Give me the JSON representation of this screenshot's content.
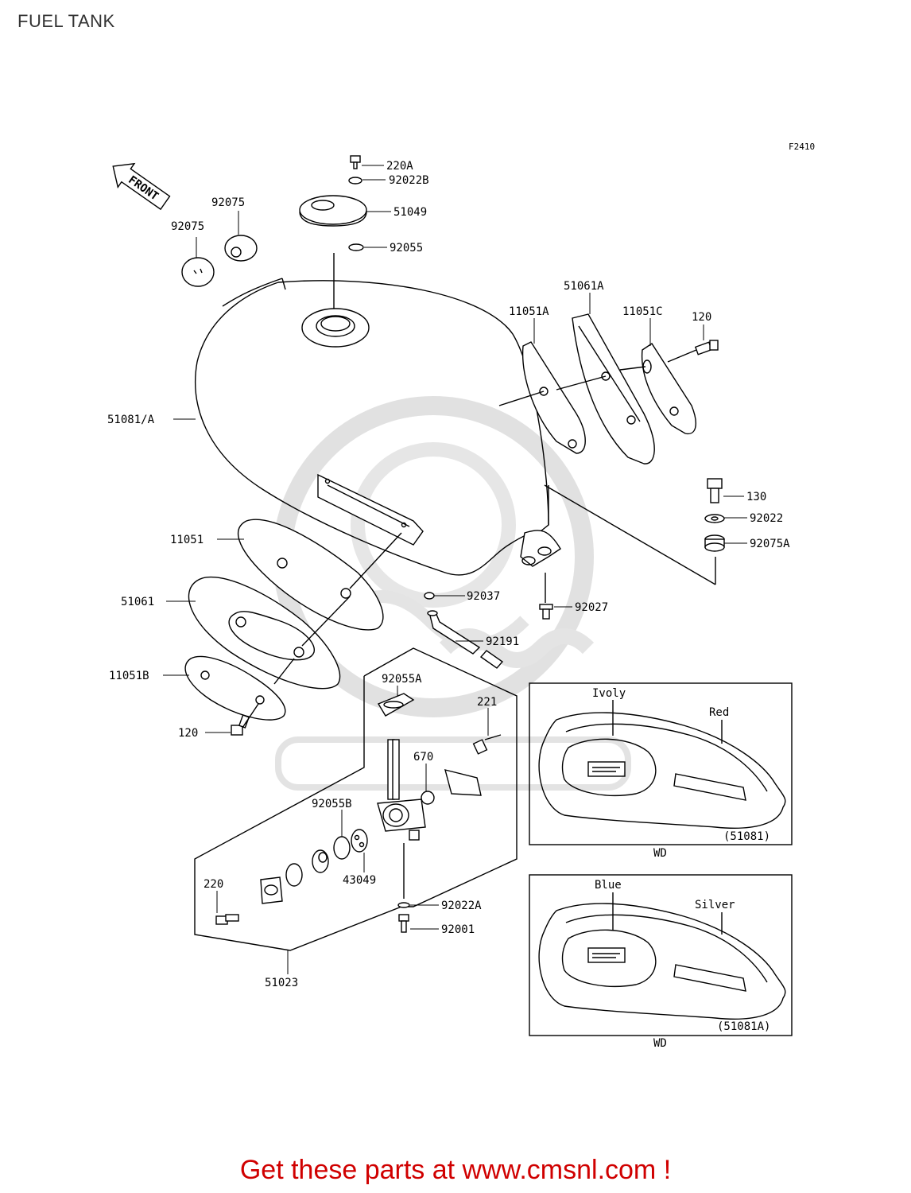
{
  "page": {
    "title": "FUEL TANK",
    "figure_code": "F2410"
  },
  "front_label": "FRONT",
  "parts": [
    {
      "id": "p220A",
      "label": "220A"
    },
    {
      "id": "p92022B",
      "label": "92022B"
    },
    {
      "id": "p51049",
      "label": "51049"
    },
    {
      "id": "p92055",
      "label": "92055"
    },
    {
      "id": "p92075a",
      "label": "92075"
    },
    {
      "id": "p92075b",
      "label": "92075"
    },
    {
      "id": "p51061A",
      "label": "51061A"
    },
    {
      "id": "p11051A",
      "label": "11051A"
    },
    {
      "id": "p11051C",
      "label": "11051C"
    },
    {
      "id": "p120a",
      "label": "120"
    },
    {
      "id": "p51081A",
      "label": "51081/A"
    },
    {
      "id": "p130",
      "label": "130"
    },
    {
      "id": "p92022",
      "label": "92022"
    },
    {
      "id": "p92075A",
      "label": "92075A"
    },
    {
      "id": "p11051",
      "label": "11051"
    },
    {
      "id": "p51061",
      "label": "51061"
    },
    {
      "id": "p92037",
      "label": "92037"
    },
    {
      "id": "p92027",
      "label": "92027"
    },
    {
      "id": "p92191",
      "label": "92191"
    },
    {
      "id": "p11051B",
      "label": "11051B"
    },
    {
      "id": "p120b",
      "label": "120"
    },
    {
      "id": "p92055A",
      "label": "92055A"
    },
    {
      "id": "p221",
      "label": "221"
    },
    {
      "id": "p670",
      "label": "670"
    },
    {
      "id": "p92055B",
      "label": "92055B"
    },
    {
      "id": "p43049",
      "label": "43049"
    },
    {
      "id": "p220",
      "label": "220"
    },
    {
      "id": "p92022A",
      "label": "92022A"
    },
    {
      "id": "p92001",
      "label": "92001"
    },
    {
      "id": "p51023",
      "label": "51023"
    }
  ],
  "inset_1": {
    "color_top_left": "Ivoly",
    "color_top_right": "Red",
    "part_ref": "(51081)",
    "caption": "WD"
  },
  "inset_2": {
    "color_top_left": "Blue",
    "color_top_right": "Silver",
    "part_ref": "(51081A)",
    "caption": "WD"
  },
  "footer": {
    "text": "Get these parts at www.cmsnl.com !",
    "color": "#d00000"
  }
}
